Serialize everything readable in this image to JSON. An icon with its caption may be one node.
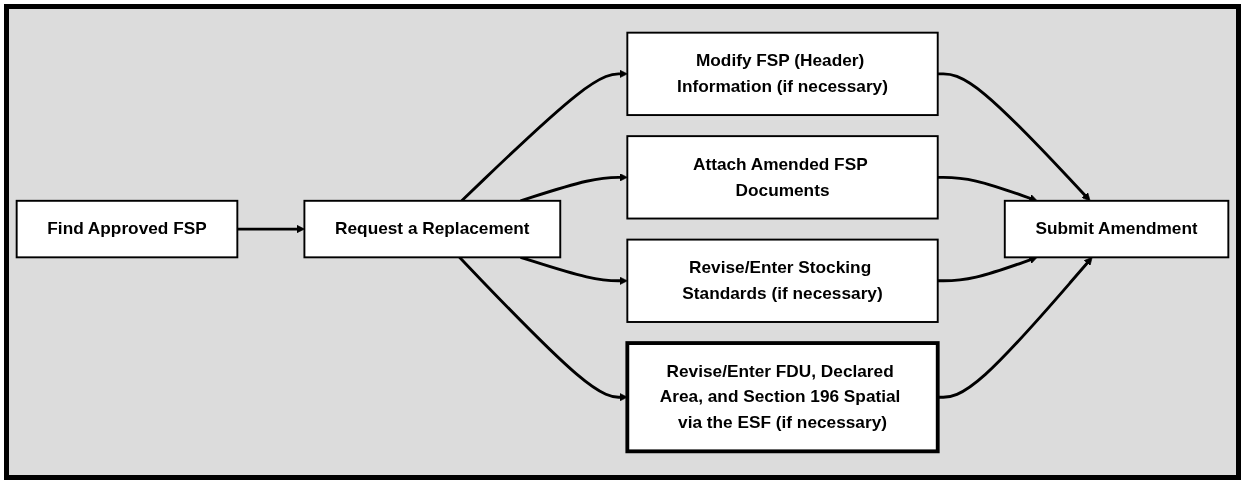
{
  "diagram": {
    "nodes": [
      {
        "text": [
          "Find Approved FSP"
        ]
      },
      {
        "text": [
          "Request a Replacement"
        ]
      },
      {
        "text": [
          "Modify FSP (Header) Information (if necessary)"
        ]
      },
      {
        "text": [
          "Attach Amended FSP Documents"
        ]
      },
      {
        "text": [
          "Revise/Enter Stocking Standards (if necessary)"
        ]
      },
      {
        "text": [
          "Revise/Enter FDU, Declared Area, and Section 196 Spatial via the ESF (if necessary)"
        ]
      },
      {
        "text": [
          "Submit Amendment"
        ]
      }
    ],
    "edges": [
      {
        "from": 0,
        "to": 1,
        "arrow": "to"
      },
      {
        "from": 1,
        "to": 2,
        "arrow": "to"
      },
      {
        "from": 1,
        "to": 3,
        "arrow": "to"
      },
      {
        "from": 1,
        "to": 4,
        "arrow": "to"
      },
      {
        "from": 1,
        "to": 5,
        "arrow": "to"
      },
      {
        "from": 2,
        "to": 6,
        "arrow": "to"
      },
      {
        "from": 3,
        "to": 6,
        "arrow": "to"
      },
      {
        "from": 4,
        "to": 6,
        "arrow": "to"
      },
      {
        "from": 5,
        "to": 6,
        "arrow": "to"
      }
    ]
  }
}
